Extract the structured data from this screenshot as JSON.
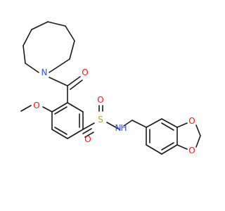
{
  "colors": {
    "bond": "#1a1a1a",
    "N": "#3050f8",
    "O": "#ff0d0d",
    "S": "#c6a000",
    "background": "#ffffff"
  },
  "atoms": {
    "N_ring": "N",
    "O_carbonyl": "O",
    "O_methoxy": "O",
    "S": "S",
    "O_s1": "O",
    "O_s2": "O",
    "NH": "N",
    "NH_H": "H",
    "O_dioxole1": "O",
    "O_dioxole2": "O"
  }
}
